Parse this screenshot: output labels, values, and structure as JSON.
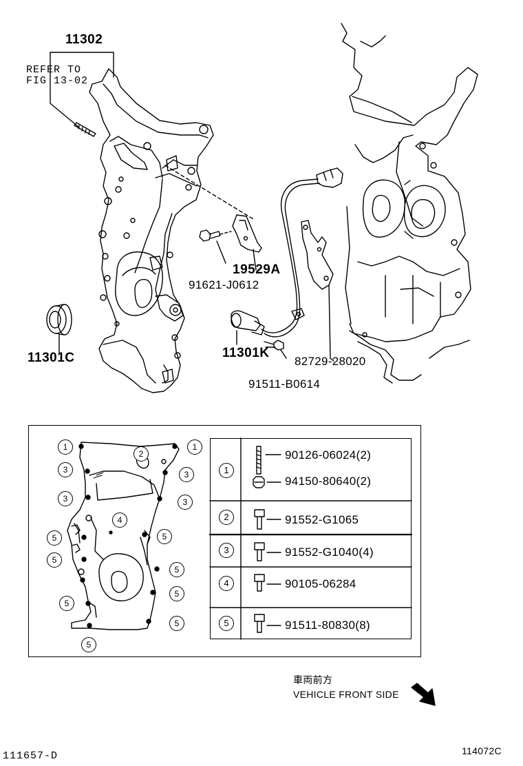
{
  "labels": {
    "cover": "11302",
    "refer": "REFER TO\nFIG 13-02",
    "seal": "11301C",
    "bracket": "19529A",
    "bracket_bolt": "91621-J0612",
    "sensor": "11301K",
    "sensor_bolt": "91511-B0614",
    "wire_bracket": "82729-28020"
  },
  "detail_callouts": [
    "1",
    "2",
    "3",
    "4",
    "5"
  ],
  "legend": [
    {
      "key": "1",
      "parts": [
        "90126-06024(2)",
        "94150-80640(2)"
      ]
    },
    {
      "key": "2",
      "parts": [
        "91552-G1065"
      ]
    },
    {
      "key": "3",
      "parts": [
        "91552-G1040(4)"
      ]
    },
    {
      "key": "4",
      "parts": [
        "90105-06284"
      ]
    },
    {
      "key": "5",
      "parts": [
        "91511-80830(8)"
      ]
    }
  ],
  "direction": {
    "japanese": "車両前方",
    "english": "VEHICLE FRONT SIDE"
  },
  "footer": {
    "left_code": "111657-D",
    "right_code": "114072C"
  }
}
